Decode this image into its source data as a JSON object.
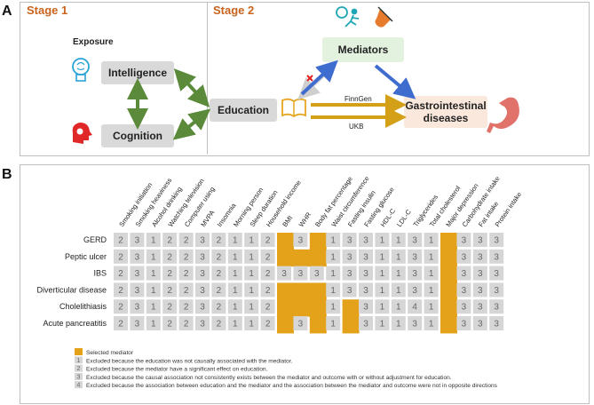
{
  "panel_a": {
    "label": "A",
    "stage1": "Stage 1",
    "stage2": "Stage 2",
    "exposure": "Exposure",
    "intelligence": "Intelligence",
    "cognition": "Cognition",
    "education": "Education",
    "mediators": "Mediators",
    "outcome": "Gastrointestinal diseases",
    "finngen": "FinnGen",
    "ukb": "UKB",
    "colors": {
      "stage": "#c8641e",
      "green_arrow": "#5a8a3a",
      "blue_arrow": "#3f6ccf",
      "gold_arrow": "#d4a017",
      "red_x": "#e02020"
    }
  },
  "panel_b": {
    "label": "B",
    "columns": [
      "Smoking initiation",
      "Smoking heaviness",
      "Alcohol drinking",
      "Watching television",
      "Computer using",
      "MVPA",
      "Insomnia",
      "Morning person",
      "Sleep duration",
      "Household income",
      "BMI",
      "WHR",
      "Body fat percentage",
      "Waist circumference",
      "Fasting insulin",
      "Fasting glucose",
      "HDL-C",
      "LDL-C",
      "Triglycerides",
      "Total cholesterol",
      "Major depression",
      "Carbohydrate intake",
      "Fat intake",
      "Protein intake"
    ],
    "rows": [
      {
        "name": "GERD",
        "cells": [
          "2",
          "3",
          "1",
          "2",
          "2",
          "3",
          "2",
          "1",
          "1",
          "2",
          "S",
          "3",
          "S",
          "1",
          "3",
          "3",
          "1",
          "1",
          "3",
          "1",
          "S",
          "3",
          "3",
          "3"
        ]
      },
      {
        "name": "Peptic ulcer",
        "cells": [
          "2",
          "3",
          "1",
          "2",
          "2",
          "3",
          "2",
          "1",
          "1",
          "2",
          "S",
          "S",
          "S",
          "1",
          "3",
          "3",
          "1",
          "1",
          "3",
          "1",
          "S",
          "3",
          "3",
          "3"
        ]
      },
      {
        "name": "IBS",
        "cells": [
          "2",
          "3",
          "1",
          "2",
          "2",
          "3",
          "2",
          "1",
          "1",
          "2",
          "3",
          "3",
          "3",
          "1",
          "3",
          "3",
          "1",
          "1",
          "3",
          "1",
          "S",
          "3",
          "3",
          "3"
        ]
      },
      {
        "name": "Diverticular disease",
        "cells": [
          "2",
          "3",
          "1",
          "2",
          "2",
          "3",
          "2",
          "1",
          "1",
          "2",
          "S",
          "S",
          "S",
          "1",
          "3",
          "3",
          "1",
          "1",
          "3",
          "1",
          "S",
          "3",
          "3",
          "3"
        ]
      },
      {
        "name": "Cholelithiasis",
        "cells": [
          "2",
          "3",
          "1",
          "2",
          "2",
          "3",
          "2",
          "1",
          "1",
          "2",
          "S",
          "S",
          "S",
          "1",
          "S",
          "3",
          "1",
          "1",
          "4",
          "1",
          "S",
          "3",
          "3",
          "3"
        ]
      },
      {
        "name": "Acute pancreatitis",
        "cells": [
          "2",
          "3",
          "1",
          "2",
          "2",
          "3",
          "2",
          "1",
          "1",
          "2",
          "S",
          "3",
          "S",
          "1",
          "S",
          "3",
          "1",
          "1",
          "3",
          "1",
          "S",
          "3",
          "3",
          "3"
        ]
      }
    ],
    "legend": [
      {
        "key": "",
        "text": "Selected mediator"
      },
      {
        "key": "1",
        "text": "Excluded because the education was not causally associated with the mediator."
      },
      {
        "key": "2",
        "text": "Excluded because the mediator have a significant effect on education."
      },
      {
        "key": "3",
        "text": "Excluded because the causal association not consistently exists between the mediator and outcome with or without adjustment for education."
      },
      {
        "key": "4",
        "text": "Excluded because the association between education and the mediator and the association between the mediator and outcome were not in opposite directions"
      }
    ],
    "colors": {
      "selected": "#e3a21a",
      "cell": "#d6d6d6",
      "cell_text": "#666666"
    }
  }
}
